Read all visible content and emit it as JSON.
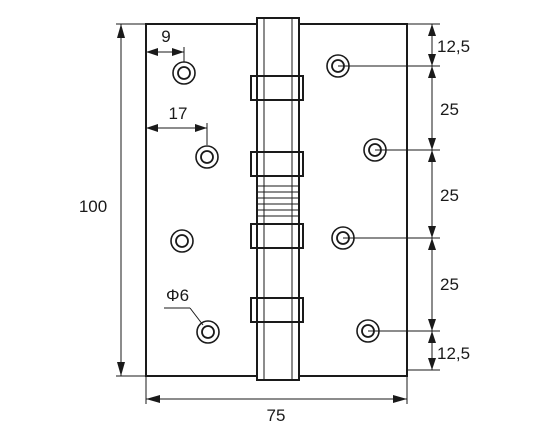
{
  "dimensions": {
    "height_total": "100",
    "width_total": "75",
    "left_offset_1": "9",
    "left_offset_2": "17",
    "hole_diameter": "Φ6",
    "right_segments": [
      "12,5",
      "25",
      "25",
      "25",
      "12,5"
    ]
  },
  "colors": {
    "line": "#1a1a1a",
    "background": "#ffffff"
  }
}
